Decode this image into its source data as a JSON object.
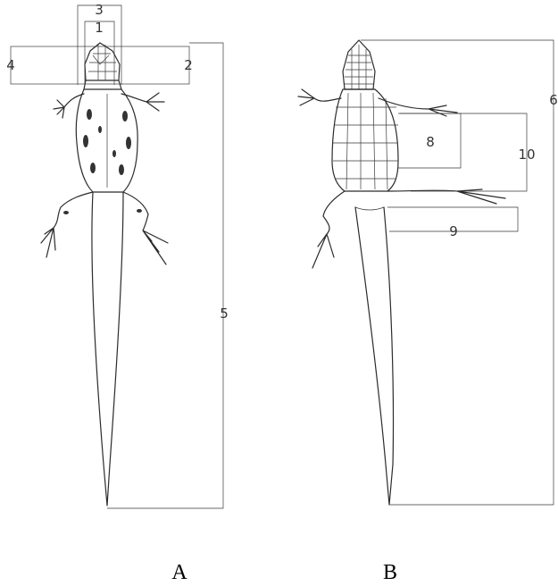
{
  "figure": {
    "panel_a": {
      "caption": "A",
      "measure_labels": {
        "m1": "1",
        "m2": "2",
        "m3": "3",
        "m4": "4",
        "m5": "5"
      }
    },
    "panel_b": {
      "caption": "B",
      "measure_labels": {
        "m6": "6",
        "m8": "8",
        "m9": "9",
        "m10": "10"
      }
    },
    "colors": {
      "ink": "#2b2b2b",
      "background": "#ffffff"
    }
  }
}
